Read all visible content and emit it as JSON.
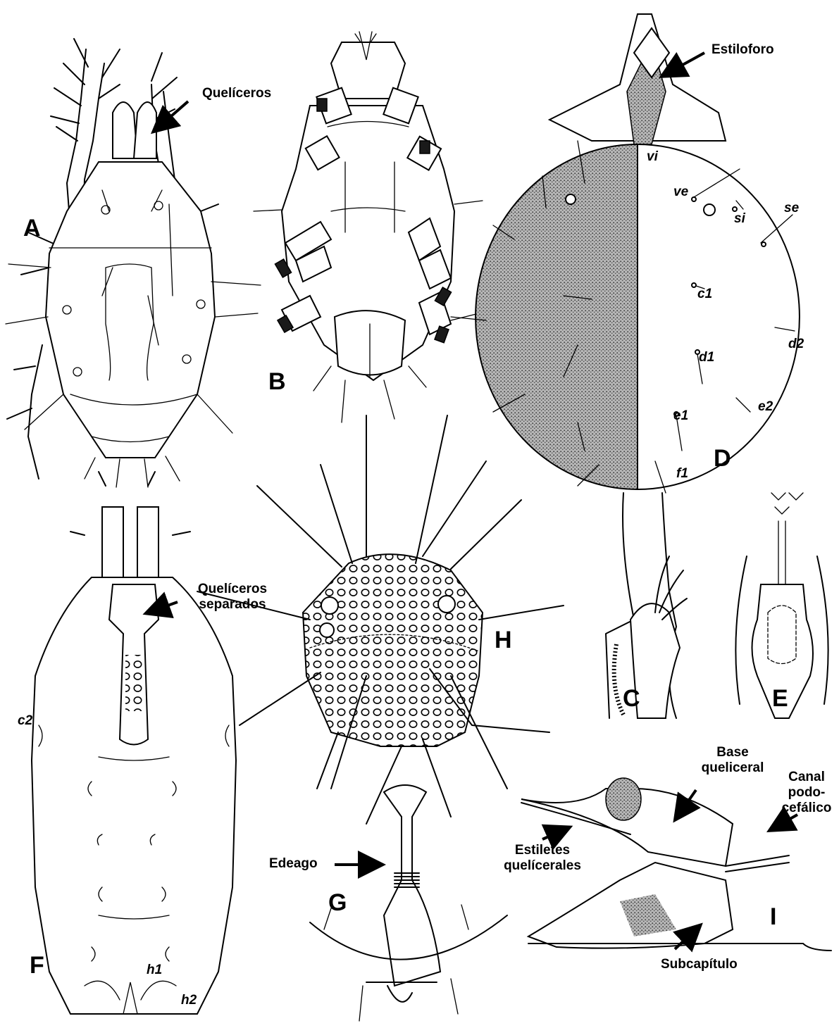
{
  "panels": {
    "A": "A",
    "B": "B",
    "C": "C",
    "D": "D",
    "E": "E",
    "F": "F",
    "G": "G",
    "H": "H",
    "I": "I"
  },
  "callouts": {
    "queliceros": "Quelíceros",
    "estiloforo": "Estiloforo",
    "queliceros_separados": "Quelíceros\nseparados",
    "base_queliceral": "Base\nqueliceral",
    "canal": "Canal\npodo-cefálico",
    "edeago": "Edeago",
    "estiletes": "Estiletes\nquelícerales",
    "subcapitulo": "Subcapítulo"
  },
  "setae": {
    "vi": "vi",
    "ve": "ve",
    "si": "si",
    "se": "se",
    "c1": "c1",
    "d1": "d1",
    "d2": "d2",
    "e1": "e1",
    "e2": "e2",
    "f1": "f1",
    "c2": "c2",
    "h1": "h1",
    "h2": "h2"
  },
  "style": {
    "ink": "#000000",
    "background": "#ffffff",
    "stipple": "#777777"
  }
}
